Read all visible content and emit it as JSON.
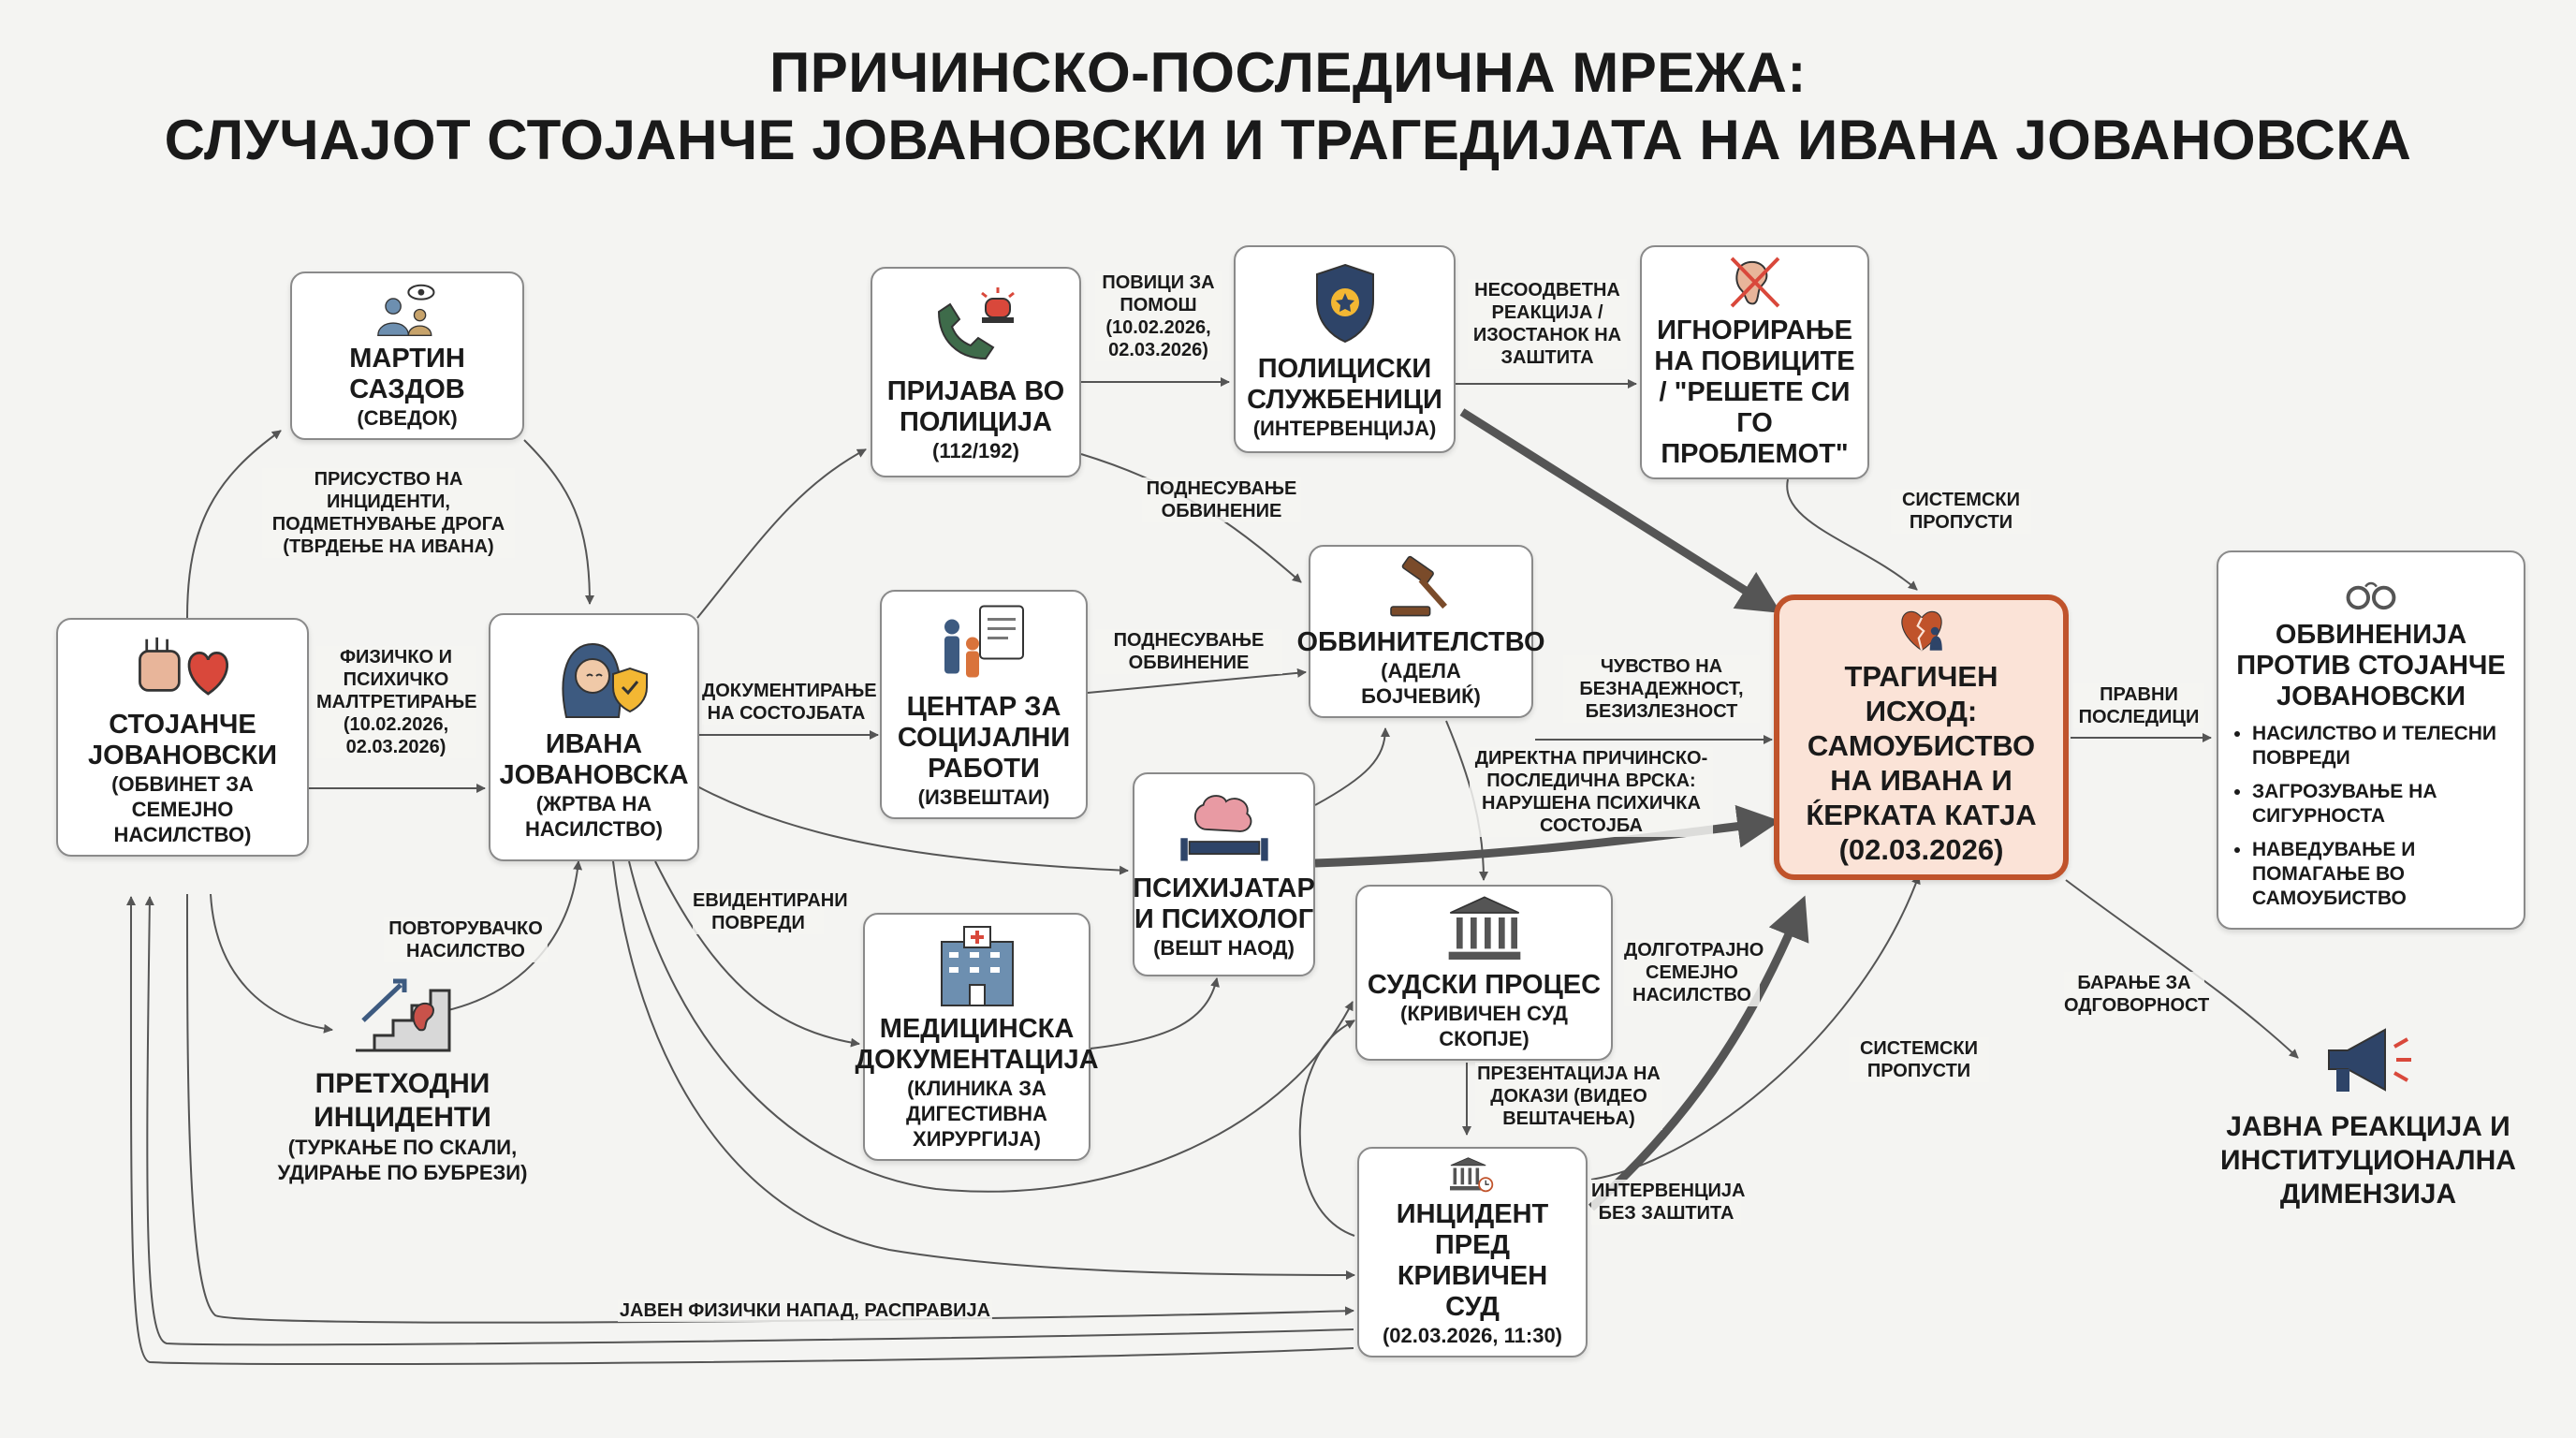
{
  "title": {
    "line1": "ПРИЧИНСКО-ПОСЛЕДИЧНА МРЕЖА:",
    "line2": "СЛУЧАЈОТ СТОЈАНЧЕ ЈОВАНОВСКИ И ТРАГЕДИЈАТА НА ИВАНА ЈОВАНОВСКА"
  },
  "nodes": {
    "stojanche": {
      "icon": "fist-and-heart-icon",
      "title": "СТОЈАНЧЕ ЈОВАНОВСКИ",
      "subtitle": "(ОБВИНЕТ ЗА СЕМЕЈНО НАСИЛСТВО)"
    },
    "martin": {
      "icon": "witness-eye-icon",
      "title": "МАРТИН САЗДОВ",
      "subtitle": "(СВЕДОК)"
    },
    "ivana": {
      "icon": "victim-shield-icon",
      "title": "ИВАНА ЈОВАНОВСКА",
      "subtitle": "(ЖРТВА НА НАСИЛСТВО)"
    },
    "prior": {
      "icon": "stairs-kidney-icon",
      "title": "ПРЕТХОДНИ ИНЦИДЕНТИ",
      "subtitle": "(ТУРКАЊЕ ПО СКАЛИ, УДИРАЊЕ ПО БУБРЕЗИ)"
    },
    "police_report": {
      "icon": "phone-siren-icon",
      "title": "ПРИЈАВА ВО ПОЛИЦИЈА",
      "subtitle": "(112/192)"
    },
    "social": {
      "icon": "family-document-icon",
      "title": "ЦЕНТАР ЗА СОЦИЈАЛНИ РАБОТИ",
      "subtitle": "(ИЗВЕШТАИ)"
    },
    "medical": {
      "icon": "hospital-icon",
      "title": "МЕДИЦИНСКА ДОКУМЕНТАЦИЈА",
      "subtitle": "(КЛИНИКА ЗА ДИГЕСТИВНА ХИРУРГИЈА)"
    },
    "officers": {
      "icon": "police-badge-icon",
      "title": "ПОЛИЦИСКИ СЛУЖБЕНИЦИ",
      "subtitle": "(ИНТЕРВЕНЦИЈА)"
    },
    "prosecution": {
      "icon": "gavel-icon",
      "title": "ОБВИНИТЕЛСТВО",
      "subtitle": "(АДЕЛА БОЈЧЕВИЌ)"
    },
    "psych": {
      "icon": "brain-couch-icon",
      "title": "ПСИХИЈАТАР И ПСИХОЛОГ",
      "subtitle": "(ВЕШТ НАОД)"
    },
    "court": {
      "icon": "courthouse-icon",
      "title": "СУДСКИ ПРОЦЕС",
      "subtitle": "(КРИВИЧЕН СУД СКОПЈЕ)"
    },
    "incident": {
      "icon": "courthouse-clock-icon",
      "title": "ИНЦИДЕНТ ПРЕД КРИВИЧЕН СУД",
      "subtitle": "(02.03.2026, 11:30)"
    },
    "ignoring": {
      "icon": "crossed-ear-icon",
      "title": "ИГНОРИРАЊЕ НА ПОВИЦИТЕ / \"РЕШЕТЕ СИ ГО ПРОБЛЕМОТ\"",
      "subtitle": ""
    },
    "outcome": {
      "icon": "broken-heart-icon",
      "title": "ТРАГИЧЕН ИСХОД: САМОУБИСТВО НА ИВАНА И ЌЕРКАТА КАТЈА (02.03.2026)",
      "subtitle": ""
    },
    "charges": {
      "icon": "handcuffs-icon",
      "title": "ОБВИНЕНИЈА ПРОТИВ СТОЈАНЧЕ ЈОВАНОВСКИ",
      "items": [
        "НАСИЛСТВО И ТЕЛЕСНИ ПОВРЕДИ",
        "ЗАГРОЗУВАЊЕ НА СИГУРНОСТА",
        "НАВЕДУВАЊЕ И ПОМАГАЊЕ ВО САМОУБИСТВО"
      ]
    },
    "public": {
      "icon": "megaphone-icon",
      "title": "ЈАВНА РЕАКЦИЈА И ИНСТИТУЦИОНАЛНА ДИМЕНЗИЈА"
    }
  },
  "edge_labels": {
    "presence": "ПРИСУСТВО НА ИНЦИДЕНТИ, ПОДМЕТНУВАЊЕ ДРОГА (ТВРДЕЊЕ НА ИВАНА)",
    "abuse": "ФИЗИЧКО И ПСИХИЧКО МАЛТРЕТИРАЊЕ (10.02.2026, 02.03.2026)",
    "repeated": "ПОВТОРУВАЧКО НАСИЛСТВО",
    "documenting": "ДОКУМЕНТИРАЊЕ НА СОСТОЈБАТА",
    "recorded": "ЕВИДЕНТИРАНИ ПОВРЕДИ",
    "calls": "ПОВИЦИ ЗА ПОМОШ (10.02.2026, 02.03.2026)",
    "charge_police": "ПОДНЕСУВАЊЕ ОБВИНЕНИЕ",
    "charge_social": "ПОДНЕСУВАЊЕ ОБВИНЕНИЕ",
    "inadequate": "НЕСООДВЕТНА РЕАКЦИЈА / ИЗОСТАНОК НА ЗАШТИТА",
    "systemic_top": "СИСТЕМСКИ ПРОПУСТИ",
    "hopeless": "ЧУВСТВО НА БЕЗНАДЕЖНОСТ, БЕЗИЗЛЕЗНОСТ",
    "direct_link": "ДИРЕКТНА ПРИЧИНСКО-ПОСЛЕДИЧНА ВРСКА: НАРУШЕНА ПСИХИЧКА СОСТОЈБА",
    "long_violence": "ДОЛГОТРАЈНО СЕМЕЈНО НАСИЛСТВО",
    "evidence": "ПРЕЗЕНТАЦИЈА НА ДОКАЗИ (ВИДЕО ВЕШТАЧЕЊА)",
    "systemic_bottom": "СИСТЕМСКИ ПРОПУСТИ",
    "no_protection": "ИНТЕРВЕНЦИЈА БЕЗ ЗАШТИТА",
    "legal": "ПРАВНИ ПОСЛЕДИЦИ",
    "accountability": "БАРАЊЕ ЗА ОДГОВОРНОСТ",
    "public_attack": "ЈАВЕН ФИЗИЧКИ НАПАД, РАСПРАВИЈА"
  },
  "colors": {
    "outcome_fill": "#fbe3d7",
    "outcome_border": "#c0532b",
    "wire": "#555555",
    "heavy_wire": "#555555"
  }
}
